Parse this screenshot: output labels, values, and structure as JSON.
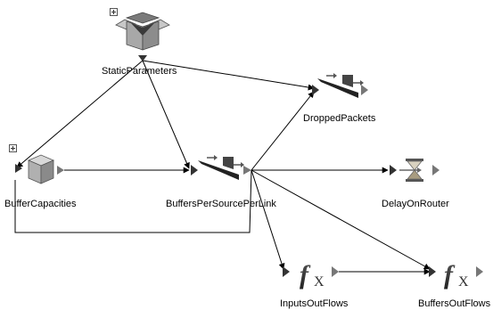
{
  "nodes": {
    "static_parameters": {
      "label": "StaticParameters",
      "icon": "open-box-icon"
    },
    "buffer_capacities": {
      "label": "BufferCapacities",
      "icon": "cube-icon"
    },
    "buffers_per_source_per_link": {
      "label": "BuffersPerSourcePerLink",
      "icon": "queue-actor-icon"
    },
    "dropped_packets": {
      "label": "DroppedPackets",
      "icon": "queue-actor-icon"
    },
    "delay_on_router": {
      "label": "DelayOnRouter",
      "icon": "hourglass-delay-icon"
    },
    "inputs_out_flows": {
      "label": "InputsOutFlows",
      "icon": "fx-expression-icon"
    },
    "buffers_out_flows": {
      "label": "BuffersOutFlows",
      "icon": "fx-expression-icon"
    }
  },
  "expand_glyph": "+",
  "colors": {
    "edge": "#000000",
    "icon_gray": "#9a9a9a",
    "icon_dark": "#3a3a3a"
  }
}
